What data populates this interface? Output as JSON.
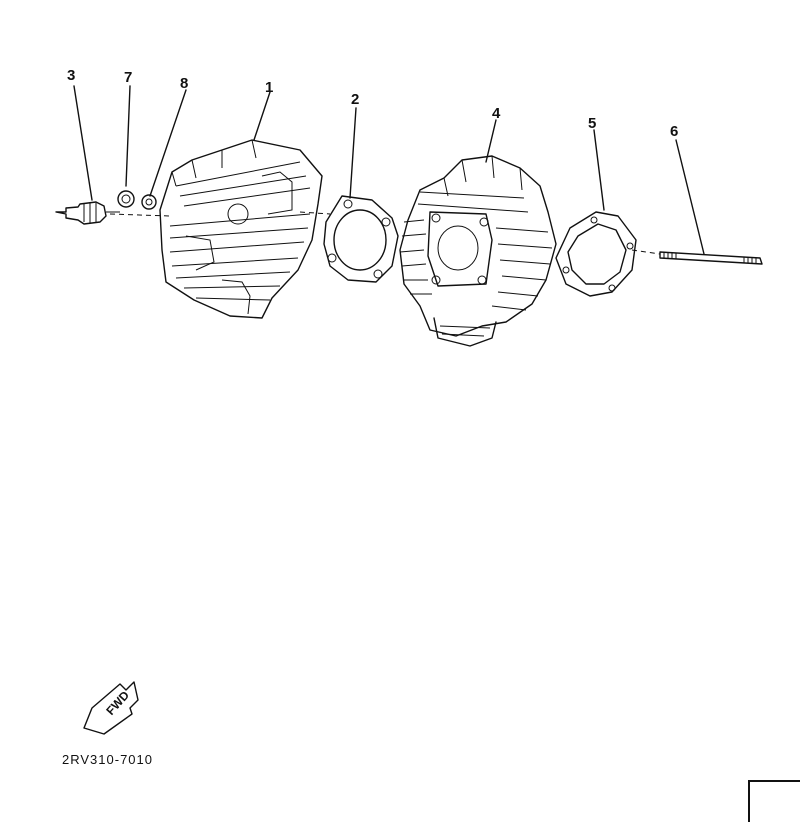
{
  "diagram": {
    "parts": [
      {
        "id": "1",
        "name": "cylinder-head"
      },
      {
        "id": "2",
        "name": "cylinder-head-gasket"
      },
      {
        "id": "3",
        "name": "spark-plug"
      },
      {
        "id": "4",
        "name": "cylinder"
      },
      {
        "id": "5",
        "name": "cylinder-gasket"
      },
      {
        "id": "6",
        "name": "stud-bolt"
      },
      {
        "id": "7",
        "name": "nut"
      },
      {
        "id": "8",
        "name": "washer"
      }
    ],
    "fwd_label": "FWD",
    "drawing_code": "2RV310-7010"
  }
}
